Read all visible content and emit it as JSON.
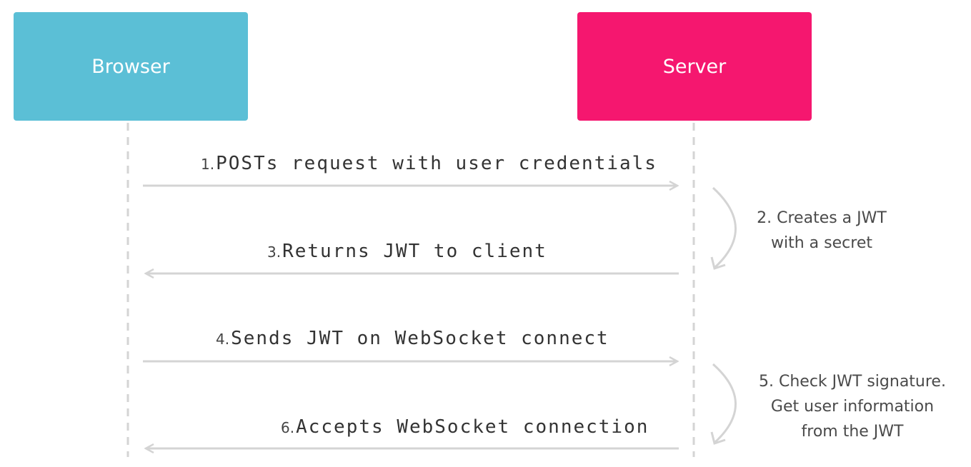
{
  "actors": {
    "browser": {
      "label": "Browser",
      "color": "#5bbfd6"
    },
    "server": {
      "label": "Server",
      "color": "#f5176f"
    }
  },
  "messages": [
    {
      "number": "1.",
      "text": "POSTs request with user credentials",
      "direction": "browser-to-server"
    },
    {
      "number": "3.",
      "text": "Returns JWT to client",
      "direction": "server-to-browser"
    },
    {
      "number": "4.",
      "text": "Sends JWT on WebSocket connect",
      "direction": "browser-to-server"
    },
    {
      "number": "6.",
      "text": "Accepts WebSocket connection",
      "direction": "server-to-browser"
    }
  ],
  "notes": [
    {
      "lines": [
        "2. Creates a JWT",
        "with a secret"
      ]
    },
    {
      "lines": [
        "5. Check JWT signature.",
        "Get user information",
        "from the JWT"
      ]
    }
  ],
  "colors": {
    "line": "#d4d4d4",
    "text": "#333333"
  }
}
